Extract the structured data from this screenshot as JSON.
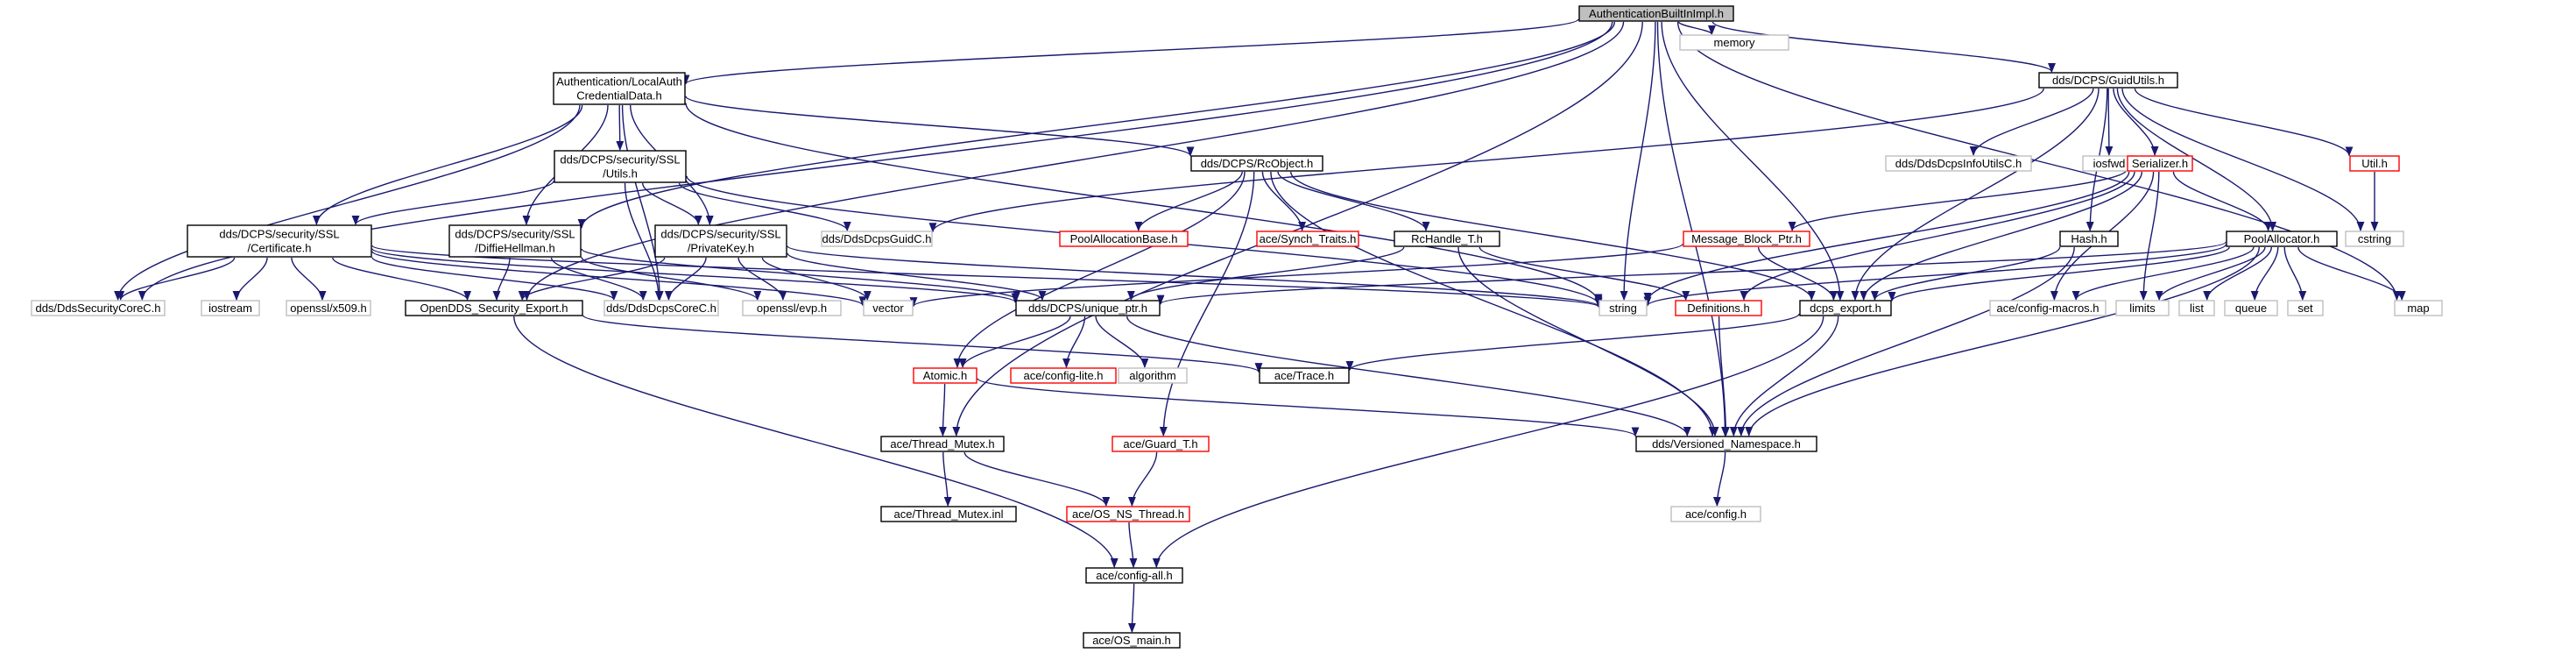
{
  "graph": {
    "colors": {
      "edge": "#191970",
      "focus_fill": "#bfbfbf",
      "focus_border": "#000000",
      "normal_border": "#000000",
      "truncated_border": "#ff0000",
      "external_border": "#bfbfbf",
      "external_text": "#555555"
    },
    "nodes": [
      {
        "id": "authbuiltin",
        "lines": [
          "AuthenticationBuiltInImpl.h"
        ],
        "kind": "focus"
      },
      {
        "id": "memory",
        "lines": [
          "memory"
        ],
        "kind": "external"
      },
      {
        "id": "localauth",
        "lines": [
          "Authentication/LocalAuth",
          "CredentialData.h"
        ],
        "kind": "normal"
      },
      {
        "id": "guidutils",
        "lines": [
          "dds/DCPS/GuidUtils.h"
        ],
        "kind": "normal"
      },
      {
        "id": "sslutils",
        "lines": [
          "dds/DCPS/security/SSL",
          "/Utils.h"
        ],
        "kind": "normal"
      },
      {
        "id": "rcobject",
        "lines": [
          "dds/DCPS/RcObject.h"
        ],
        "kind": "normal"
      },
      {
        "id": "infoutils",
        "lines": [
          "dds/DdsDcpsInfoUtilsC.h"
        ],
        "kind": "external"
      },
      {
        "id": "iosfwd",
        "lines": [
          "iosfwd"
        ],
        "kind": "external"
      },
      {
        "id": "serializer",
        "lines": [
          "Serializer.h"
        ],
        "kind": "truncated"
      },
      {
        "id": "utilh",
        "lines": [
          "Util.h"
        ],
        "kind": "truncated"
      },
      {
        "id": "cstring",
        "lines": [
          "cstring"
        ],
        "kind": "external"
      },
      {
        "id": "certificate",
        "lines": [
          "dds/DCPS/security/SSL",
          "/Certificate.h"
        ],
        "kind": "normal"
      },
      {
        "id": "diffie",
        "lines": [
          "dds/DCPS/security/SSL",
          "/DiffieHellman.h"
        ],
        "kind": "normal"
      },
      {
        "id": "privatekey",
        "lines": [
          "dds/DCPS/security/SSL",
          "/PrivateKey.h"
        ],
        "kind": "normal"
      },
      {
        "id": "guidc",
        "lines": [
          "dds/DdsDcpsGuidC.h"
        ],
        "kind": "external"
      },
      {
        "id": "poolalloc",
        "lines": [
          "PoolAllocationBase.h"
        ],
        "kind": "truncated"
      },
      {
        "id": "synchtraits",
        "lines": [
          "ace/Synch_Traits.h"
        ],
        "kind": "truncated"
      },
      {
        "id": "rchandle",
        "lines": [
          "RcHandle_T.h"
        ],
        "kind": "normal"
      },
      {
        "id": "msgblock",
        "lines": [
          "Message_Block_Ptr.h"
        ],
        "kind": "truncated"
      },
      {
        "id": "hash",
        "lines": [
          "Hash.h"
        ],
        "kind": "normal"
      },
      {
        "id": "poolallocator",
        "lines": [
          "PoolAllocator.h"
        ],
        "kind": "normal"
      },
      {
        "id": "securitycore",
        "lines": [
          "dds/DdsSecurityCoreC.h"
        ],
        "kind": "external"
      },
      {
        "id": "iostream",
        "lines": [
          "iostream"
        ],
        "kind": "external"
      },
      {
        "id": "x509",
        "lines": [
          "openssl/x509.h"
        ],
        "kind": "external"
      },
      {
        "id": "secexport",
        "lines": [
          "OpenDDS_Security_Export.h"
        ],
        "kind": "normal"
      },
      {
        "id": "dcpscore",
        "lines": [
          "dds/DdsDcpsCoreC.h"
        ],
        "kind": "external"
      },
      {
        "id": "evp",
        "lines": [
          "openssl/evp.h"
        ],
        "kind": "external"
      },
      {
        "id": "vector",
        "lines": [
          "vector"
        ],
        "kind": "external"
      },
      {
        "id": "uniqueptr",
        "lines": [
          "dds/DCPS/unique_ptr.h"
        ],
        "kind": "normal"
      },
      {
        "id": "string",
        "lines": [
          "string"
        ],
        "kind": "external"
      },
      {
        "id": "definitions",
        "lines": [
          "Definitions.h"
        ],
        "kind": "truncated"
      },
      {
        "id": "dcpsexport",
        "lines": [
          "dcps_export.h"
        ],
        "kind": "normal"
      },
      {
        "id": "configmacros",
        "lines": [
          "ace/config-macros.h"
        ],
        "kind": "external"
      },
      {
        "id": "limits",
        "lines": [
          "limits"
        ],
        "kind": "external"
      },
      {
        "id": "list",
        "lines": [
          "list"
        ],
        "kind": "external"
      },
      {
        "id": "queue",
        "lines": [
          "queue"
        ],
        "kind": "external"
      },
      {
        "id": "set",
        "lines": [
          "set"
        ],
        "kind": "external"
      },
      {
        "id": "map",
        "lines": [
          "map"
        ],
        "kind": "external"
      },
      {
        "id": "atomic",
        "lines": [
          "Atomic.h"
        ],
        "kind": "truncated"
      },
      {
        "id": "configlite",
        "lines": [
          "ace/config-lite.h"
        ],
        "kind": "truncated"
      },
      {
        "id": "algorithm",
        "lines": [
          "algorithm"
        ],
        "kind": "external"
      },
      {
        "id": "acetrace",
        "lines": [
          "ace/Trace.h"
        ],
        "kind": "normal"
      },
      {
        "id": "threadmutex",
        "lines": [
          "ace/Thread_Mutex.h"
        ],
        "kind": "normal"
      },
      {
        "id": "guardt",
        "lines": [
          "ace/Guard_T.h"
        ],
        "kind": "truncated"
      },
      {
        "id": "versioned",
        "lines": [
          "dds/Versioned_Namespace.h"
        ],
        "kind": "normal"
      },
      {
        "id": "threadmutexinl",
        "lines": [
          "ace/Thread_Mutex.inl"
        ],
        "kind": "normal"
      },
      {
        "id": "osnsthread",
        "lines": [
          "ace/OS_NS_Thread.h"
        ],
        "kind": "truncated"
      },
      {
        "id": "aceconfig",
        "lines": [
          "ace/config.h"
        ],
        "kind": "external"
      },
      {
        "id": "configall",
        "lines": [
          "ace/config-all.h"
        ],
        "kind": "normal"
      },
      {
        "id": "osmain",
        "lines": [
          "ace/OS_main.h"
        ],
        "kind": "normal"
      }
    ],
    "edges": [
      [
        "authbuiltin",
        "memory"
      ],
      [
        "authbuiltin",
        "localauth"
      ],
      [
        "authbuiltin",
        "guidutils"
      ],
      [
        "authbuiltin",
        "diffie"
      ],
      [
        "authbuiltin",
        "securitycore"
      ],
      [
        "authbuiltin",
        "secexport"
      ],
      [
        "authbuiltin",
        "string"
      ],
      [
        "authbuiltin",
        "dcpsexport"
      ],
      [
        "authbuiltin",
        "map"
      ],
      [
        "authbuiltin",
        "versioned"
      ],
      [
        "authbuiltin",
        "threadmutex"
      ],
      [
        "localauth",
        "sslutils"
      ],
      [
        "localauth",
        "certificate"
      ],
      [
        "localauth",
        "diffie"
      ],
      [
        "localauth",
        "privatekey"
      ],
      [
        "localauth",
        "rcobject"
      ],
      [
        "localauth",
        "securitycore"
      ],
      [
        "localauth",
        "dcpscore"
      ],
      [
        "localauth",
        "string"
      ],
      [
        "guidutils",
        "infoutils"
      ],
      [
        "guidutils",
        "iosfwd"
      ],
      [
        "guidutils",
        "serializer"
      ],
      [
        "guidutils",
        "utilh"
      ],
      [
        "guidutils",
        "cstring"
      ],
      [
        "guidutils",
        "hash"
      ],
      [
        "guidutils",
        "poolallocator"
      ],
      [
        "guidutils",
        "dcpsexport"
      ],
      [
        "guidutils",
        "guidc"
      ],
      [
        "sslutils",
        "certificate"
      ],
      [
        "sslutils",
        "privatekey"
      ],
      [
        "sslutils",
        "dcpscore"
      ],
      [
        "sslutils",
        "guidc"
      ],
      [
        "sslutils",
        "string"
      ],
      [
        "rcobject",
        "poolalloc"
      ],
      [
        "rcobject",
        "synchtraits"
      ],
      [
        "rcobject",
        "rchandle"
      ],
      [
        "rcobject",
        "atomic"
      ],
      [
        "rcobject",
        "guardt"
      ],
      [
        "rcobject",
        "dcpsexport"
      ],
      [
        "rcobject",
        "versioned"
      ],
      [
        "certificate",
        "securitycore"
      ],
      [
        "certificate",
        "iostream"
      ],
      [
        "certificate",
        "x509"
      ],
      [
        "certificate",
        "secexport"
      ],
      [
        "certificate",
        "dcpscore"
      ],
      [
        "certificate",
        "uniqueptr"
      ],
      [
        "certificate",
        "vector"
      ],
      [
        "certificate",
        "string"
      ],
      [
        "diffie",
        "secexport"
      ],
      [
        "diffie",
        "dcpscore"
      ],
      [
        "diffie",
        "evp"
      ],
      [
        "diffie",
        "uniqueptr"
      ],
      [
        "privatekey",
        "secexport"
      ],
      [
        "privatekey",
        "dcpscore"
      ],
      [
        "privatekey",
        "evp"
      ],
      [
        "privatekey",
        "uniqueptr"
      ],
      [
        "privatekey",
        "vector"
      ],
      [
        "privatekey",
        "string"
      ],
      [
        "serializer",
        "msgblock"
      ],
      [
        "serializer",
        "definitions"
      ],
      [
        "serializer",
        "dcpsexport"
      ],
      [
        "serializer",
        "poolallocator"
      ],
      [
        "serializer",
        "string"
      ],
      [
        "serializer",
        "limits"
      ],
      [
        "serializer",
        "configmacros"
      ],
      [
        "utilh",
        "cstring"
      ],
      [
        "rchandle",
        "uniqueptr"
      ],
      [
        "rchandle",
        "definitions"
      ],
      [
        "rchandle",
        "versioned"
      ],
      [
        "msgblock",
        "dcpsexport"
      ],
      [
        "msgblock",
        "vector"
      ],
      [
        "hash",
        "dcpsexport"
      ],
      [
        "hash",
        "versioned"
      ],
      [
        "poolallocator",
        "dcpsexport"
      ],
      [
        "poolallocator",
        "string"
      ],
      [
        "poolallocator",
        "limits"
      ],
      [
        "poolallocator",
        "list"
      ],
      [
        "poolallocator",
        "queue"
      ],
      [
        "poolallocator",
        "set"
      ],
      [
        "poolallocator",
        "map"
      ],
      [
        "poolallocator",
        "configmacros"
      ],
      [
        "poolallocator",
        "versioned"
      ],
      [
        "poolallocator",
        "uniqueptr"
      ],
      [
        "secexport",
        "acetrace"
      ],
      [
        "secexport",
        "configall"
      ],
      [
        "uniqueptr",
        "atomic"
      ],
      [
        "uniqueptr",
        "configlite"
      ],
      [
        "uniqueptr",
        "algorithm"
      ],
      [
        "uniqueptr",
        "versioned"
      ],
      [
        "definitions",
        "versioned"
      ],
      [
        "dcpsexport",
        "acetrace"
      ],
      [
        "dcpsexport",
        "versioned"
      ],
      [
        "dcpsexport",
        "configall"
      ],
      [
        "atomic",
        "threadmutex"
      ],
      [
        "atomic",
        "versioned"
      ],
      [
        "threadmutex",
        "threadmutexinl"
      ],
      [
        "threadmutex",
        "osnsthread"
      ],
      [
        "guardt",
        "osnsthread"
      ],
      [
        "versioned",
        "aceconfig"
      ],
      [
        "osnsthread",
        "configall"
      ],
      [
        "configall",
        "osmain"
      ]
    ]
  }
}
